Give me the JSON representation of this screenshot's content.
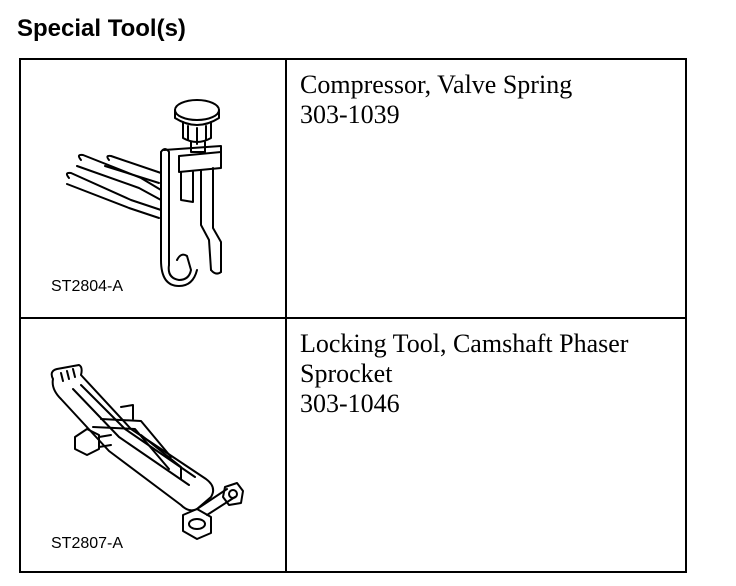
{
  "heading": "Special Tool(s)",
  "tools": [
    {
      "figure_code": "ST2804-A",
      "illustration_icon": "valve-spring-compressor-icon",
      "name": "Compressor, Valve Spring",
      "name_lines": [
        "Compressor, Valve Spring"
      ],
      "part_number": "303-1039"
    },
    {
      "figure_code": "ST2807-A",
      "illustration_icon": "camshaft-phaser-locking-tool-icon",
      "name": "Locking Tool, Camshaft Phaser Sprocket",
      "name_lines": [
        "Locking Tool, Camshaft Phaser",
        "Sprocket"
      ],
      "part_number": "303-1046"
    }
  ]
}
